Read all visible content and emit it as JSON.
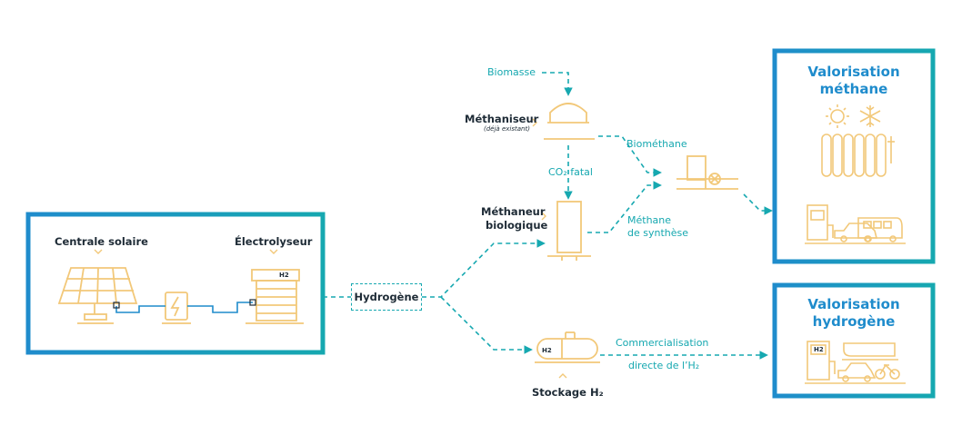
{
  "colors": {
    "teal": "#16a8b0",
    "blue": "#1f8ccc",
    "orange": "#f2c879",
    "dark": "#1e2b36"
  },
  "left_box": {
    "solar_label": "Centrale solaire",
    "electrolyser_label": "Électrolyseur",
    "electrolyser_tag": "H2"
  },
  "hub": {
    "label": "Hydrogène"
  },
  "methane_branch": {
    "biomasse": "Biomasse",
    "methaniseur": "Méthaniseur",
    "methaniseur_note": "(déjà existant)",
    "co2_fatal": "CO₂ fatal",
    "methaneur_line1": "Méthaneur",
    "methaneur_line2": "biologique",
    "biomethane": "Biométhane",
    "methane_synth_line1": "Méthane",
    "methane_synth_line2": "de synthèse"
  },
  "storage_branch": {
    "stockage": "Stockage H₂",
    "tank_tag": "H2",
    "commercialisation_line1": "Commercialisation",
    "commercialisation_line2": "directe de l’H₂"
  },
  "valorisation_methane": {
    "title_line1": "Valorisation",
    "title_line2": "méthane"
  },
  "valorisation_hydrogene": {
    "title_line1": "Valorisation",
    "title_line2": "hydrogène",
    "station_tag": "H2"
  },
  "icons": [
    "solar-panel-icon",
    "inverter-icon",
    "electrolyser-icon",
    "digester-icon",
    "bioreactor-icon",
    "gas-injection-icon",
    "hydrogen-tank-icon",
    "sun-icon",
    "snowflake-icon",
    "radiator-icon",
    "charging-station-icon",
    "car-icon",
    "bus-icon",
    "hydrogen-station-icon",
    "train-icon",
    "bicycle-icon"
  ]
}
